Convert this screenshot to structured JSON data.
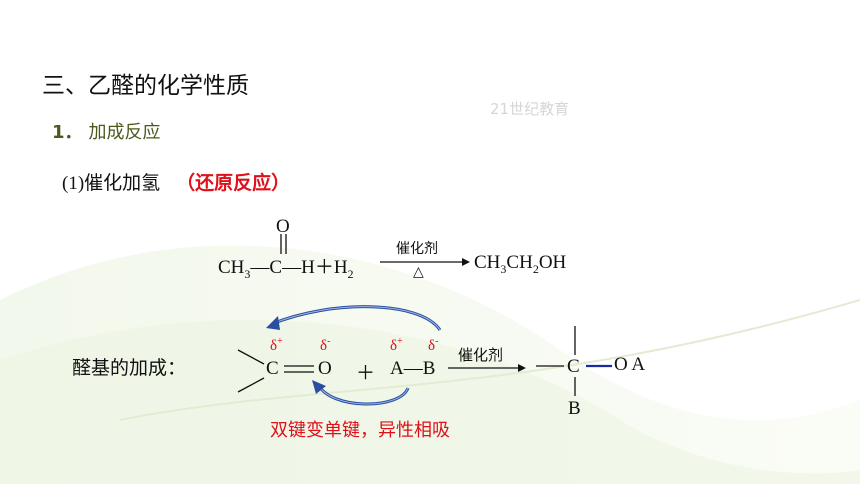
{
  "heading": "三、乙醛的化学性质",
  "subheading": {
    "number": "1．",
    "text": "加成反应"
  },
  "item": {
    "text": "(1)催化加氢",
    "highlight": "（还原反应）"
  },
  "watermark": "21世纪教育",
  "reaction1": {
    "reactant_ch3": "CH",
    "reactant_ch3_sub": "3",
    "dash": "—",
    "carbon": "C",
    "oxygen": "O",
    "h_plus_h2": "—H＋H",
    "h2_sub": "2",
    "catalyst": "催化剂",
    "heat": "△",
    "product": [
      "CH",
      "3",
      "CH",
      "2",
      "OH"
    ]
  },
  "aldehyde_addition": {
    "label": "醛基的加成：",
    "delta_plus": "δ",
    "delta_minus": "δ",
    "plus_sign": "+",
    "minus_sign": "-",
    "carbon": "C",
    "oxygen": "O",
    "plus": "＋",
    "reagent_a": "A",
    "reagent_b": "B",
    "catalyst": "催化剂",
    "product_c": "C",
    "product_oa": "O A",
    "product_b": "B",
    "note": "双键变单键，异性相吸"
  },
  "colors": {
    "accent_red": "#e0101a",
    "subheading_green": "#4a5a1c",
    "arrow_blue": "#2a4ea0",
    "bond_blue": "#1a2aa0"
  }
}
